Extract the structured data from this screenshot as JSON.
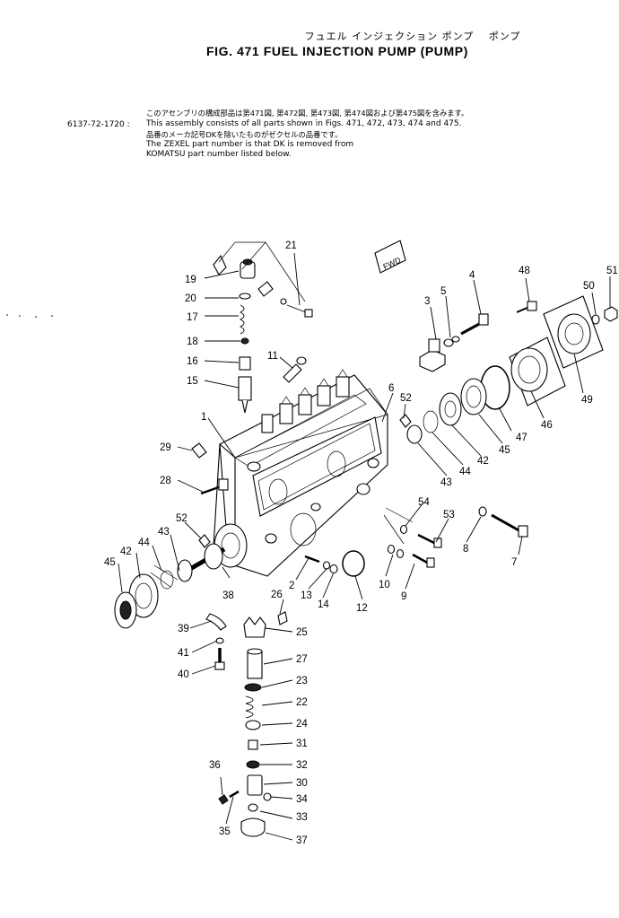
{
  "header": {
    "jp_title": "フュエル インジェクション ポンプ　 ポンプ",
    "fig_title": "FIG. 471  FUEL  INJECTION  PUMP  (PUMP)"
  },
  "notes": {
    "part_number": "6137-72-1720 :",
    "line1_jp": "このアセンブリの構成部品は第471図, 第472図, 第473図, 第474図および第475図を含みます。",
    "line2": "This assembly consists of all parts shown in Figs. 471, 472, 473, 474 and 475.",
    "line3_jp": "品番のメーカ記号DKを除いたものがゼクセルの品番です。",
    "line4": "The ZEXEL part number is that DK is removed from",
    "line5": "KOMATSU part number listed below."
  },
  "diagram": {
    "direction_tag": "FWD",
    "callouts": [
      "1",
      "2",
      "3",
      "4",
      "5",
      "6",
      "7",
      "8",
      "9",
      "10",
      "11",
      "12",
      "13",
      "14",
      "15",
      "16",
      "17",
      "18",
      "19",
      "20",
      "21",
      "22",
      "23",
      "24",
      "25",
      "26",
      "27",
      "28",
      "29",
      "30",
      "31",
      "32",
      "33",
      "34",
      "35",
      "36",
      "37",
      "38",
      "39",
      "40",
      "41",
      "42",
      "43",
      "44",
      "45",
      "46",
      "47",
      "48",
      "49",
      "50",
      "51",
      "52",
      "53",
      "54"
    ]
  }
}
